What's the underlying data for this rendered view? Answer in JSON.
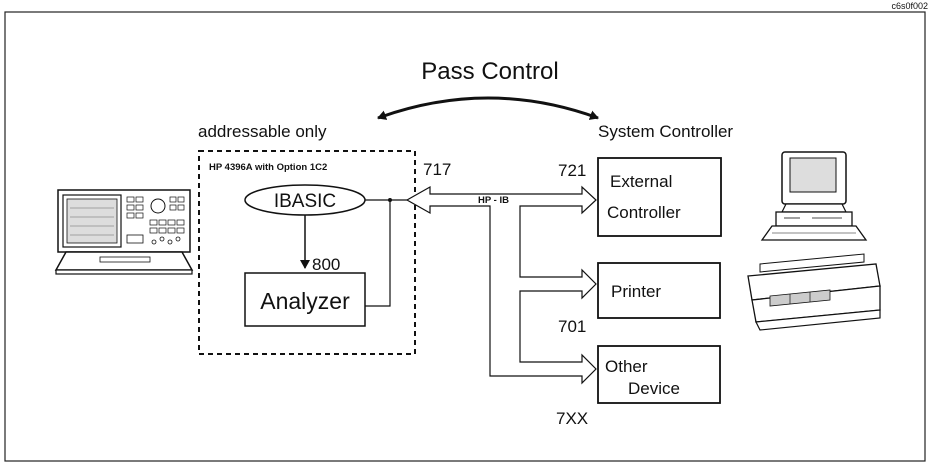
{
  "figure_id": "c6s0f002",
  "title": "Pass Control",
  "left_label": "addressable only",
  "right_label": "System Controller",
  "instrument_box": {
    "caption": "HP 4396A with Option 1C2",
    "ibasic_label": "IBASIC",
    "analyzer_label": "Analyzer",
    "analyzer_address": "800"
  },
  "bus": {
    "label": "HP - IB",
    "instrument_address": "717"
  },
  "devices": [
    {
      "name_line1": "External",
      "name_line2": "Controller",
      "address": "721"
    },
    {
      "name_line1": "Printer",
      "name_line2": "",
      "address": "701"
    },
    {
      "name_line1": "Other",
      "name_line2": "Device",
      "address": "7XX"
    }
  ]
}
